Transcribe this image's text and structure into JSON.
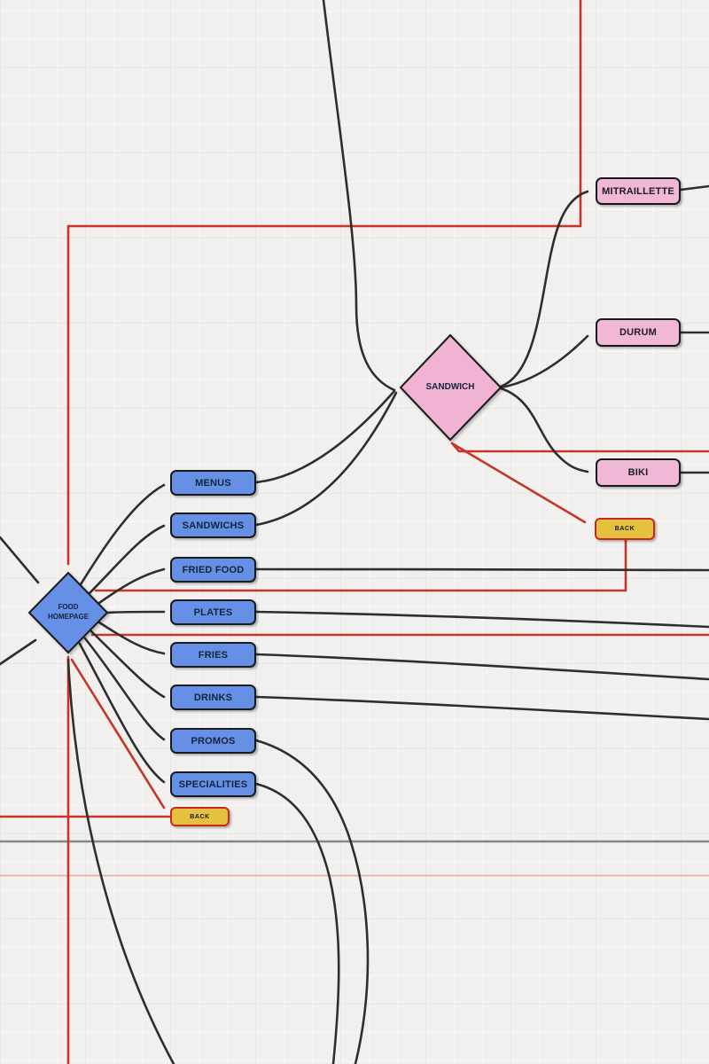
{
  "diagram": {
    "food_menu": {
      "hub": {
        "label": "FOOD HOMEPAGE"
      },
      "items": [
        "MENUS",
        "SANDWICHS",
        "FRIED FOOD",
        "PLATES",
        "FRIES",
        "DRINKS",
        "PROMOS",
        "SPECIALITIES"
      ],
      "back": {
        "label": "BACK"
      }
    },
    "sandwich_menu": {
      "hub": {
        "label": "SANDWICH"
      },
      "items": [
        "MITRAILLETTE",
        "DURUM",
        "BIKI"
      ],
      "back": {
        "label": "BACK"
      }
    },
    "colors": {
      "canvas_bg": "#f1f0ee",
      "node_blue": "#6590e5",
      "node_pink": "#f0b7d6",
      "back_yellow": "#e4c13f",
      "back_border_red": "#c8291d",
      "edge_black": "#2e2e2e",
      "edge_red": "#c93426",
      "guide_gray": "#868686",
      "guide_salmon": "#edaa9a"
    }
  }
}
